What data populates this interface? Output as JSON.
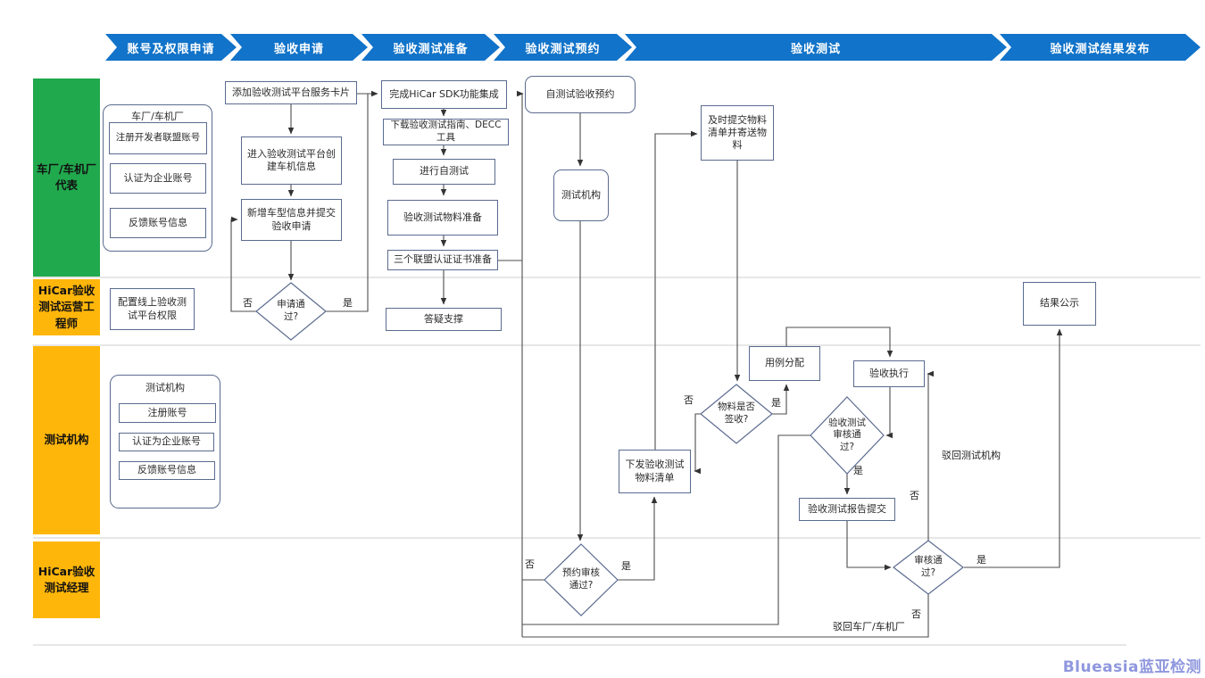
{
  "phases": [
    "账号及权限申请",
    "验收申请",
    "验收测试准备",
    "验收测试预约",
    "验收测试",
    "验收测试结果发布"
  ],
  "lanes": [
    "车厂/车机厂代表",
    "HiCar验收测试运营工程师",
    "测试机构",
    "HiCar验收测试经理"
  ],
  "groups": {
    "car": {
      "title": "车厂/车机厂",
      "items": [
        "注册开发者联盟账号",
        "认证为企业账号",
        "反馈账号信息"
      ]
    },
    "org": {
      "title": "测试机构",
      "items": [
        "注册账号",
        "认证为企业账号",
        "反馈账号信息"
      ]
    }
  },
  "nodes": {
    "add_card": "添加验收测试平台服务卡片",
    "create_head_unit": "进入验收测试平台创建车机信息",
    "new_model": "新增车型信息并提交验收申请",
    "sdk": "完成HiCar SDK功能集成",
    "download": "下载验收测试指南、DECC工具",
    "self_test": "进行自测试",
    "material_prep": "验收测试物料准备",
    "cert_prep": "三个联盟认证证书准备",
    "reserve": "自测试验收预约",
    "test_org": "测试机构",
    "submit_material": "及时提交物料清单并寄送物料",
    "config_perm": "配置线上验收测试平台权限",
    "support": "答疑支撑",
    "publish": "结果公示",
    "issue_list": "下发验收测试物料清单",
    "case_assign": "用例分配",
    "exec": "验收执行",
    "report": "验收测试报告提交"
  },
  "decisions": {
    "apply_ok": "申请通过?",
    "material_ok": "物料是否签收?",
    "review_ok": "验收测试审核通过?",
    "booking_ok": "预约审核通过?",
    "final_ok": "审核通过?"
  },
  "edge_labels": {
    "yes": "是",
    "no": "否"
  },
  "annotations": {
    "reject_org": "驳回测试机构",
    "reject_factory": "驳回车厂/车机厂"
  },
  "colors": {
    "phase_blue": "#1173c9",
    "lane_green": "#21a94d",
    "lane_yellow": "#ffb60a",
    "box_border": "#5b6b8f",
    "wire": "#4d4d4d",
    "watermark": "#8f97de"
  },
  "watermark": "Blueasia蓝亚检测"
}
